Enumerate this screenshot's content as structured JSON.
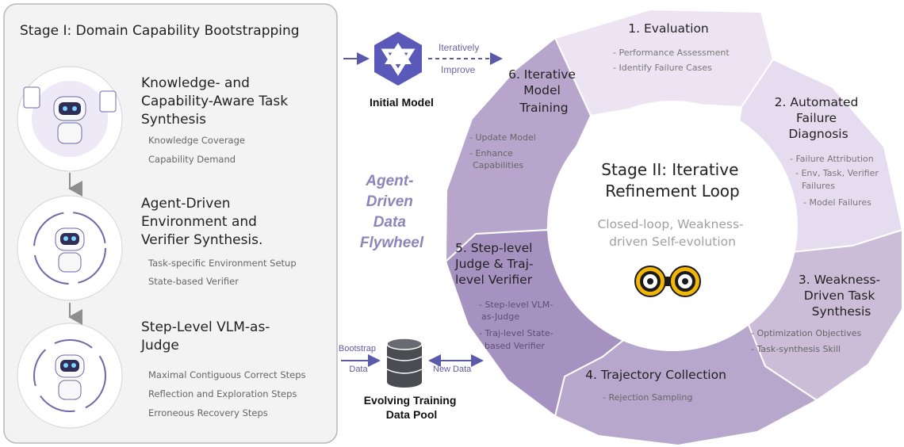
{
  "stage1": {
    "title": "Stage I:  Domain Capability Bootstrapping",
    "items": [
      {
        "heading": [
          "Knowledge- and",
          "Capability-Aware Task",
          "Synthesis"
        ],
        "subs": [
          "Knowledge Coverage",
          "Capability Demand"
        ]
      },
      {
        "heading": [
          "Agent-Driven",
          "Environment and",
          "Verifier Synthesis."
        ],
        "subs": [
          "Task-specific Environment Setup",
          "State-based Verifier"
        ]
      },
      {
        "heading": [
          "Step-Level VLM-as-",
          "Judge"
        ],
        "subs": [
          "Maximal Contiguous Correct Steps",
          "Reflection and Exploration Steps",
          "Erroneous Recovery Steps"
        ]
      }
    ]
  },
  "middle": {
    "initial_model": "Initial Model",
    "iteratively": "Iteratively",
    "improve": "Improve",
    "flywheel": [
      "Agent-",
      "Driven",
      "Data",
      "Flywheel"
    ],
    "bootstrap": [
      "Bootstrap",
      "Data"
    ],
    "new_data": "New Data",
    "pool": [
      "Evolving Training",
      "Data Pool"
    ]
  },
  "stage2": {
    "title": [
      "Stage II: Iterative",
      "Refinement Loop"
    ],
    "subtitle": [
      "Closed-loop, Weakness-",
      "driven Self-evolution"
    ],
    "segments": [
      {
        "title": [
          "1. Evaluation"
        ],
        "subs": [
          "- Performance Assessment",
          "- Identify Failure Cases"
        ]
      },
      {
        "title": [
          "2. Automated",
          "Failure",
          "Diagnosis"
        ],
        "subs": [
          "- Failure Attribution",
          "- Env, Task, Verifier",
          "Failures",
          "- Model Failures"
        ]
      },
      {
        "title": [
          "3. Weakness-",
          "Driven Task",
          "Synthesis"
        ],
        "subs": [
          "- Optimization Objectives",
          "- Task-synthesis Skill"
        ]
      },
      {
        "title": [
          "4. Trajectory Collection"
        ],
        "subs": [
          "- Rejection Sampling"
        ]
      },
      {
        "title": [
          "5. Step-level",
          "Judge & Traj-",
          "level Verifier"
        ],
        "subs": [
          "- Step-level VLM-",
          "as-Judge",
          "- Traj-level State-",
          "based Verifier"
        ]
      },
      {
        "title": [
          "6. Iterative",
          "Model",
          "Training"
        ],
        "subs": [
          "- Update Model",
          "- Enhance",
          "Capabilities"
        ]
      }
    ]
  },
  "colors": {
    "arrow": "#6a64a8",
    "accent": "#8a86b8",
    "seg1": "#ece4f3",
    "seg6": "#b7a5cc",
    "seg5": "#a692c0",
    "logo": "#f2b705"
  }
}
